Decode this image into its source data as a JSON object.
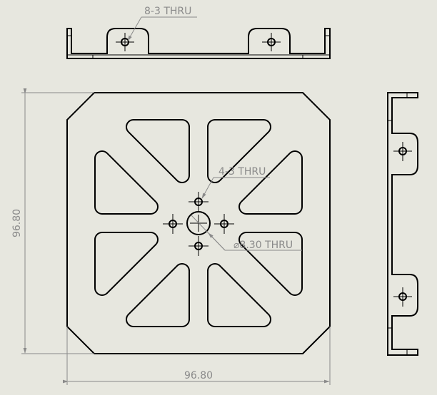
{
  "drawing": {
    "background_color": "#e7e7df",
    "annotations": {
      "top_view_holes": "8-3 THRU",
      "center_small_holes": "4-3 THRU",
      "center_large_hole": "⌀8.30 THRU"
    },
    "dimensions": {
      "height": "96.80",
      "width": "96.80"
    }
  }
}
